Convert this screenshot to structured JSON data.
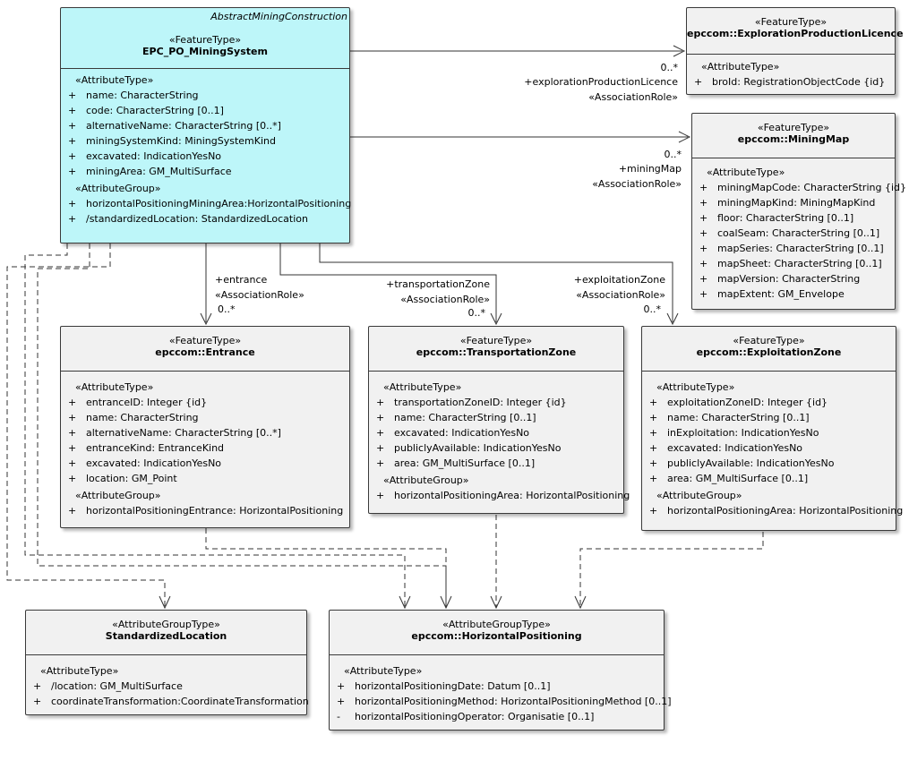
{
  "classes": {
    "mining_system": {
      "abstract_parent": "AbstractMiningConstruction",
      "stereotype": "«FeatureType»",
      "name": "EPC_PO_MiningSystem",
      "attr_title": "«AttributeType»",
      "attrs": [
        {
          "vis": "+",
          "text": "name: CharacterString"
        },
        {
          "vis": "+",
          "text": "code: CharacterString [0..1]"
        },
        {
          "vis": "+",
          "text": "alternativeName: CharacterString [0..*]"
        },
        {
          "vis": "+",
          "text": "miningSystemKind: MiningSystemKind"
        },
        {
          "vis": "+",
          "text": "excavated: IndicationYesNo"
        },
        {
          "vis": "+",
          "text": "miningArea: GM_MultiSurface"
        }
      ],
      "group_title": "«AttributeGroup»",
      "groups": [
        {
          "vis": "+",
          "text": "horizontalPositioningMiningArea:HorizontalPositioning"
        },
        {
          "vis": "+",
          "text": "/standardizedLocation: StandardizedLocation"
        }
      ]
    },
    "licence": {
      "stereotype": "«FeatureType»",
      "name": "epccom::ExplorationProductionLicence",
      "attr_title": "«AttributeType»",
      "attrs": [
        {
          "vis": "+",
          "text": "broId: RegistrationObjectCode {id}"
        }
      ]
    },
    "mining_map": {
      "stereotype": "«FeatureType»",
      "name": "epccom::MiningMap",
      "attr_title": "«AttributeType»",
      "attrs": [
        {
          "vis": "+",
          "text": "miningMapCode: CharacterString {id}"
        },
        {
          "vis": "+",
          "text": "miningMapKind: MiningMapKind"
        },
        {
          "vis": "+",
          "text": "floor: CharacterString [0..1]"
        },
        {
          "vis": "+",
          "text": "coalSeam: CharacterString [0..1]"
        },
        {
          "vis": "+",
          "text": "mapSeries: CharacterString [0..1]"
        },
        {
          "vis": "+",
          "text": "mapSheet: CharacterString [0..1]"
        },
        {
          "vis": "+",
          "text": "mapVersion: CharacterString"
        },
        {
          "vis": "+",
          "text": "mapExtent: GM_Envelope"
        }
      ]
    },
    "entrance": {
      "stereotype": "«FeatureType»",
      "name": "epccom::Entrance",
      "attr_title": "«AttributeType»",
      "attrs": [
        {
          "vis": "+",
          "text": "entranceID: Integer {id}"
        },
        {
          "vis": "+",
          "text": "name: CharacterString"
        },
        {
          "vis": "+",
          "text": "alternativeName: CharacterString [0..*]"
        },
        {
          "vis": "+",
          "text": "entranceKind: EntranceKind"
        },
        {
          "vis": "+",
          "text": "excavated: IndicationYesNo"
        },
        {
          "vis": "+",
          "text": "location: GM_Point"
        }
      ],
      "group_title": "«AttributeGroup»",
      "groups": [
        {
          "vis": "+",
          "text": "horizontalPositioningEntrance: HorizontalPositioning"
        }
      ]
    },
    "transportation_zone": {
      "stereotype": "«FeatureType»",
      "name": "epccom::TransportationZone",
      "attr_title": "«AttributeType»",
      "attrs": [
        {
          "vis": "+",
          "text": "transportationZoneID: Integer {id}"
        },
        {
          "vis": "+",
          "text": "name: CharacterString [0..1]"
        },
        {
          "vis": "+",
          "text": "excavated: IndicationYesNo"
        },
        {
          "vis": "+",
          "text": "publiclyAvailable: IndicationYesNo"
        },
        {
          "vis": "+",
          "text": "area: GM_MultiSurface [0..1]"
        }
      ],
      "group_title": "«AttributeGroup»",
      "groups": [
        {
          "vis": "+",
          "text": "horizontalPositioningArea: HorizontalPositioning"
        }
      ]
    },
    "exploitation_zone": {
      "stereotype": "«FeatureType»",
      "name": "epccom::ExploitationZone",
      "attr_title": "«AttributeType»",
      "attrs": [
        {
          "vis": "+",
          "text": "exploitationZoneID: Integer {id}"
        },
        {
          "vis": "+",
          "text": "name: CharacterString [0..1]"
        },
        {
          "vis": "+",
          "text": "inExploitation: IndicationYesNo"
        },
        {
          "vis": "+",
          "text": "excavated: IndicationYesNo"
        },
        {
          "vis": "+",
          "text": "publiclyAvailable: IndicationYesNo"
        },
        {
          "vis": "+",
          "text": "area: GM_MultiSurface [0..1]"
        }
      ],
      "group_title": "«AttributeGroup»",
      "groups": [
        {
          "vis": "+",
          "text": "horizontalPositioningArea: HorizontalPositioning"
        }
      ]
    },
    "standardized_location": {
      "stereotype": "«AttributeGroupType»",
      "name": "StandardizedLocation",
      "attr_title": "«AttributeType»",
      "attrs": [
        {
          "vis": "+",
          "text": "/location: GM_MultiSurface"
        },
        {
          "vis": "+",
          "text": "coordinateTransformation:CoordinateTransformation"
        }
      ]
    },
    "horizontal_positioning": {
      "stereotype": "«AttributeGroupType»",
      "name": "epccom::HorizontalPositioning",
      "attr_title": "«AttributeType»",
      "attrs": [
        {
          "vis": "+",
          "text": "horizontalPositioningDate: Datum [0..1]"
        },
        {
          "vis": "+",
          "text": "horizontalPositioningMethod: HorizontalPositioningMethod [0..1]"
        },
        {
          "vis": "-",
          "text": "horizontalPositioningOperator: Organisatie [0..1]"
        }
      ]
    }
  },
  "associations": {
    "licence": {
      "multiplicity": "0..*",
      "role": "+explorationProductionLicence",
      "stereotype": "«AssociationRole»"
    },
    "mining_map": {
      "multiplicity": "0..*",
      "role": "+miningMap",
      "stereotype": "«AssociationRole»"
    },
    "entrance": {
      "multiplicity": "0..*",
      "role": "+entrance",
      "stereotype": "«AssociationRole»"
    },
    "transportation_zone": {
      "multiplicity": "0..*",
      "role": "+transportationZone",
      "stereotype": "«AssociationRole»"
    },
    "exploitation_zone": {
      "multiplicity": "0..*",
      "role": "+exploitationZone",
      "stereotype": "«AssociationRole»"
    }
  }
}
